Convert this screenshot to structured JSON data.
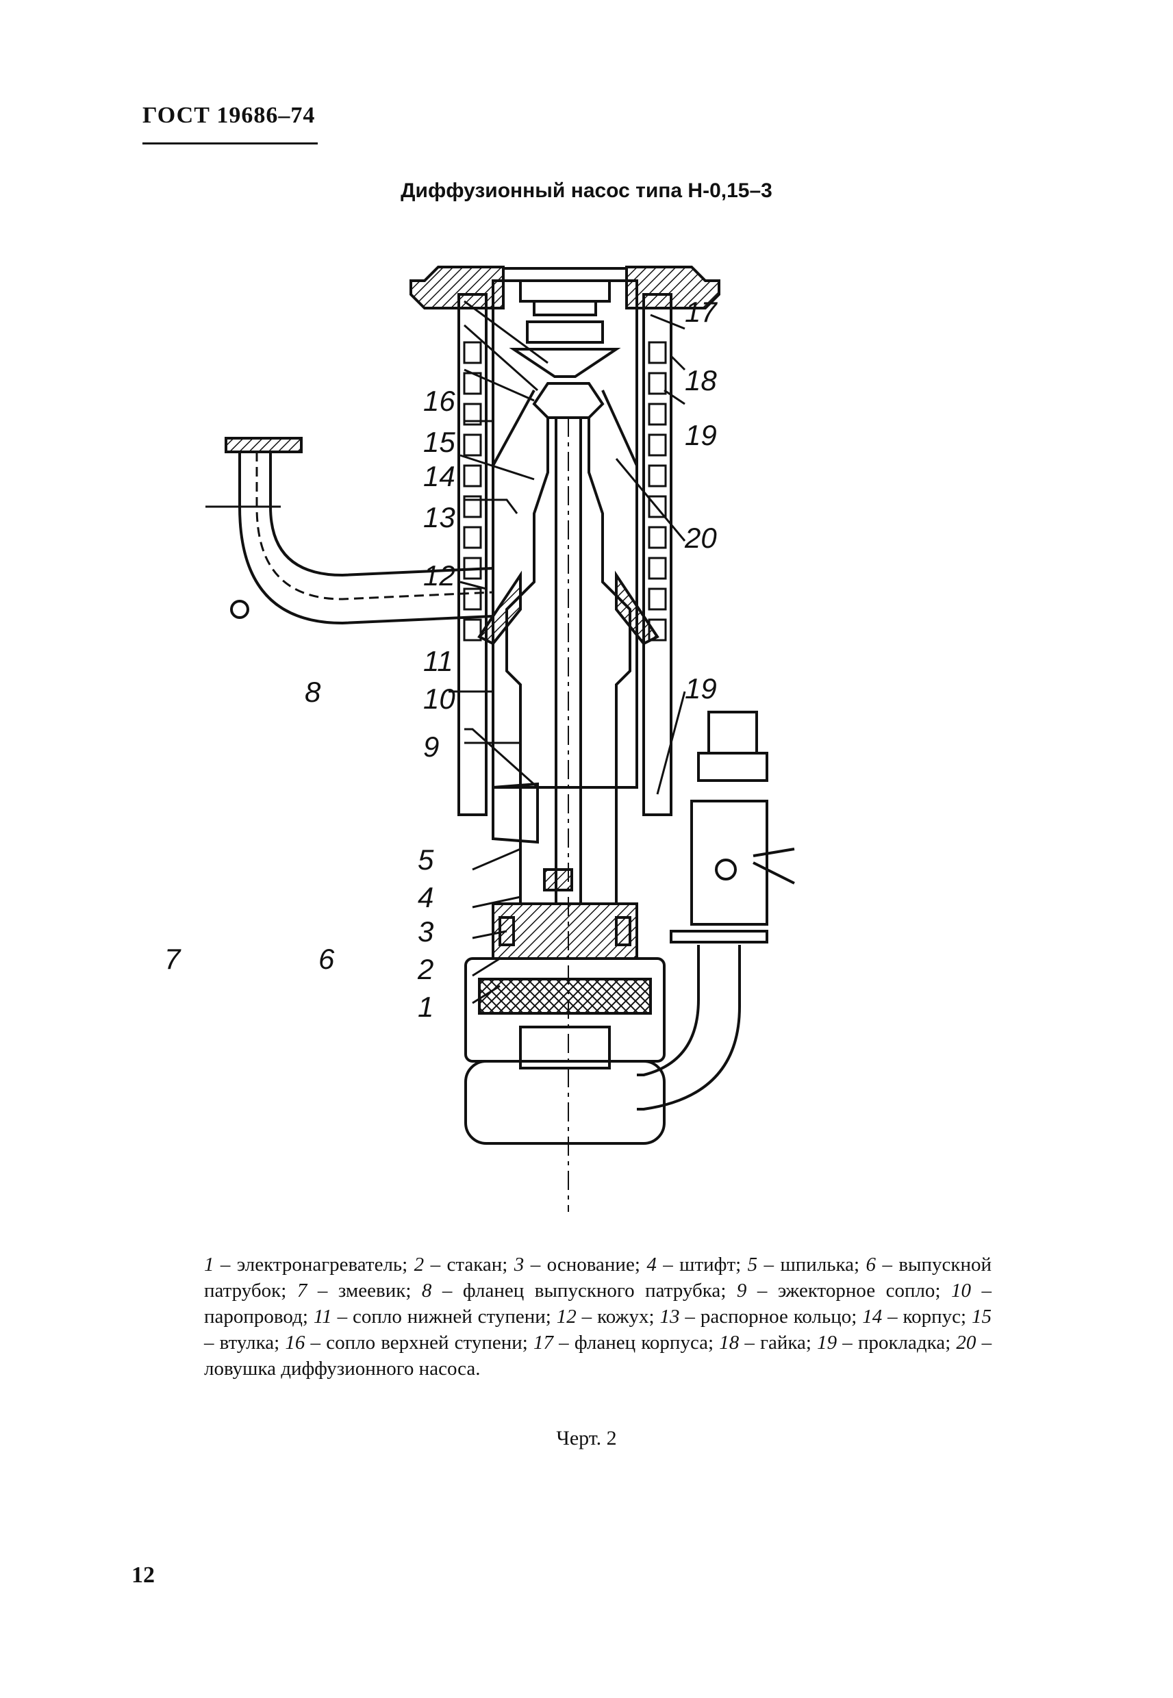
{
  "document": {
    "header": "ГОСТ 19686–74",
    "title": "Диффузионный насос типа Н-0,15–3",
    "caption": "Черт. 2",
    "page_number": "12"
  },
  "callouts": [
    "1",
    "2",
    "3",
    "4",
    "5",
    "6",
    "7",
    "8",
    "9",
    "10",
    "11",
    "12",
    "13",
    "14",
    "15",
    "16",
    "17",
    "18",
    "19",
    "19",
    "20"
  ],
  "legend": [
    {
      "num": "1",
      "text": "электронагреватель"
    },
    {
      "num": "2",
      "text": "стакан"
    },
    {
      "num": "3",
      "text": "основание"
    },
    {
      "num": "4",
      "text": "штифт"
    },
    {
      "num": "5",
      "text": "шпилька"
    },
    {
      "num": "6",
      "text": "выпускной патрубок"
    },
    {
      "num": "7",
      "text": "змеевик"
    },
    {
      "num": "8",
      "text": "фланец выпускного патрубка"
    },
    {
      "num": "9",
      "text": "эжекторное сопло"
    },
    {
      "num": "10",
      "text": "паропровод"
    },
    {
      "num": "11",
      "text": "сопло нижней ступени"
    },
    {
      "num": "12",
      "text": "кожух"
    },
    {
      "num": "13",
      "text": "распорное кольцо"
    },
    {
      "num": "14",
      "text": "корпус"
    },
    {
      "num": "15",
      "text": "втулка"
    },
    {
      "num": "16",
      "text": "сопло верхней ступени"
    },
    {
      "num": "17",
      "text": "фланец корпуса"
    },
    {
      "num": "18",
      "text": "гайка"
    },
    {
      "num": "19",
      "text": "прокладка"
    },
    {
      "num": "20",
      "text": "ловушка диффузионного насоса"
    }
  ]
}
